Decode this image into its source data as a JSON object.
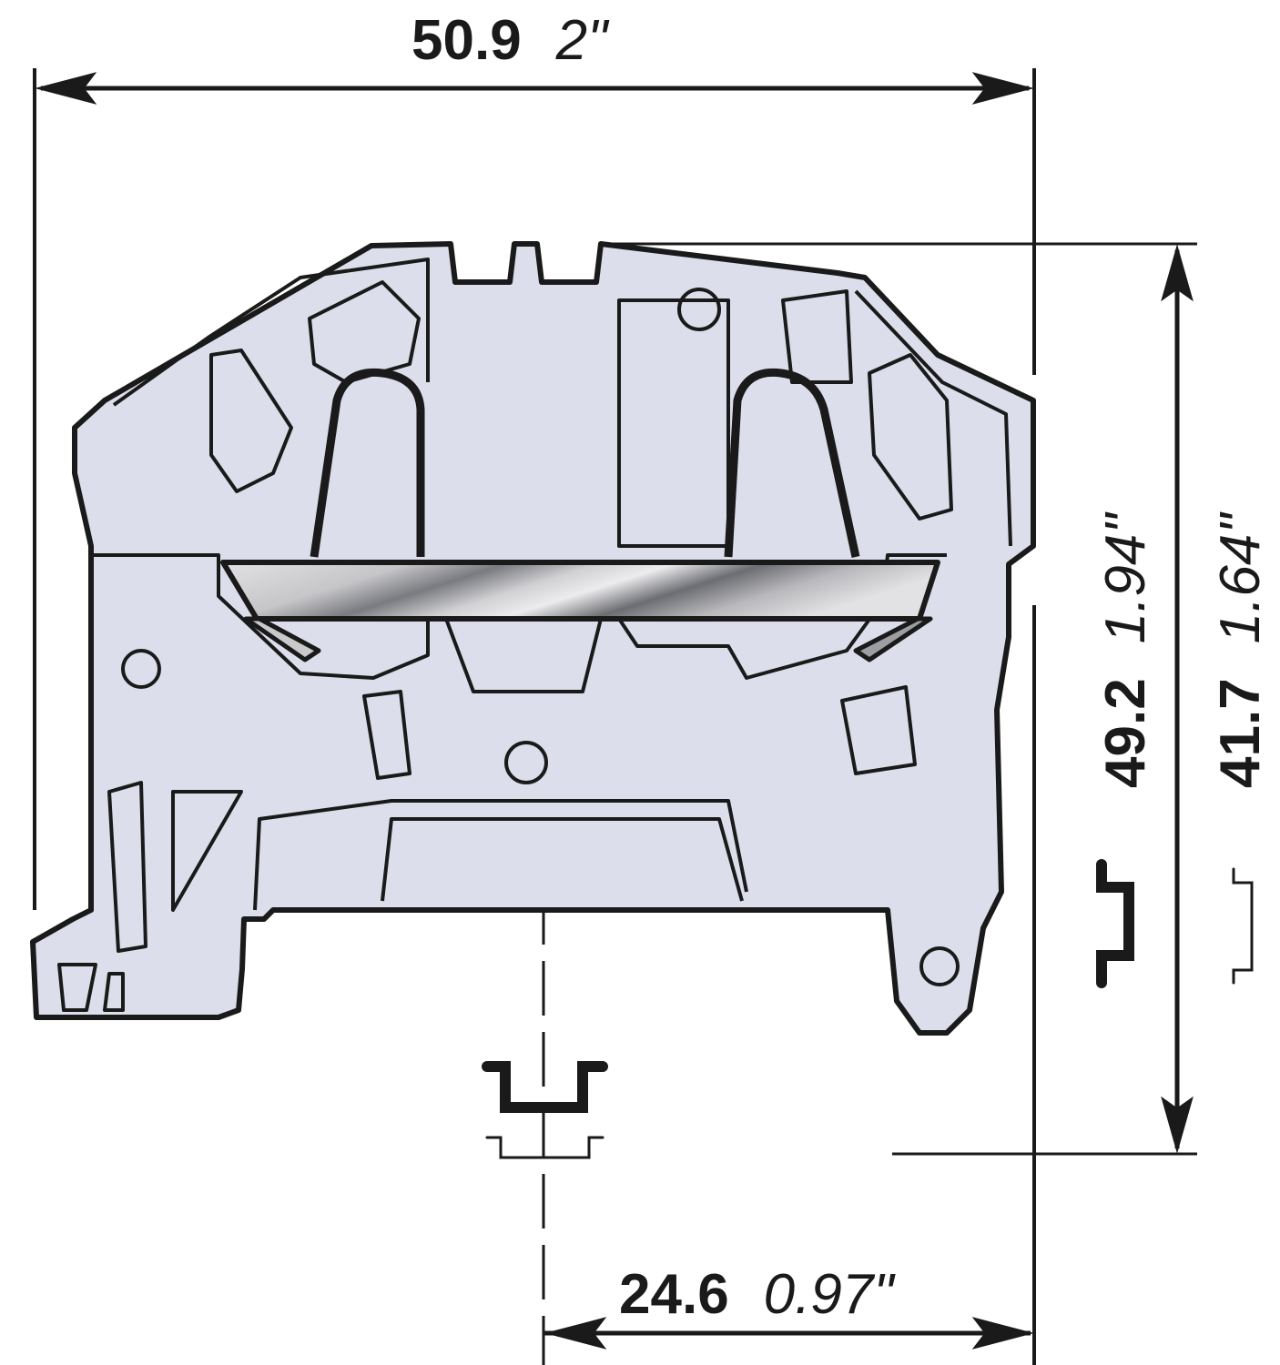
{
  "drawing": {
    "subject": "DIN-rail spring terminal block, side view",
    "colors": {
      "body_fill": "#DCDEEB",
      "outline": "#1a1a1a",
      "busbar_light": "#e6e6e8",
      "busbar_dark": "#5c5d63"
    }
  },
  "dimensions": {
    "width": {
      "mm": "50.9",
      "inch": "2\""
    },
    "height_top_rail": {
      "mm": "49.2",
      "inch": "1.94\""
    },
    "height_low_rail": {
      "mm": "41.7",
      "inch": "1.64\""
    },
    "rail_offset": {
      "mm": "24.6",
      "inch": "0.97\""
    }
  }
}
